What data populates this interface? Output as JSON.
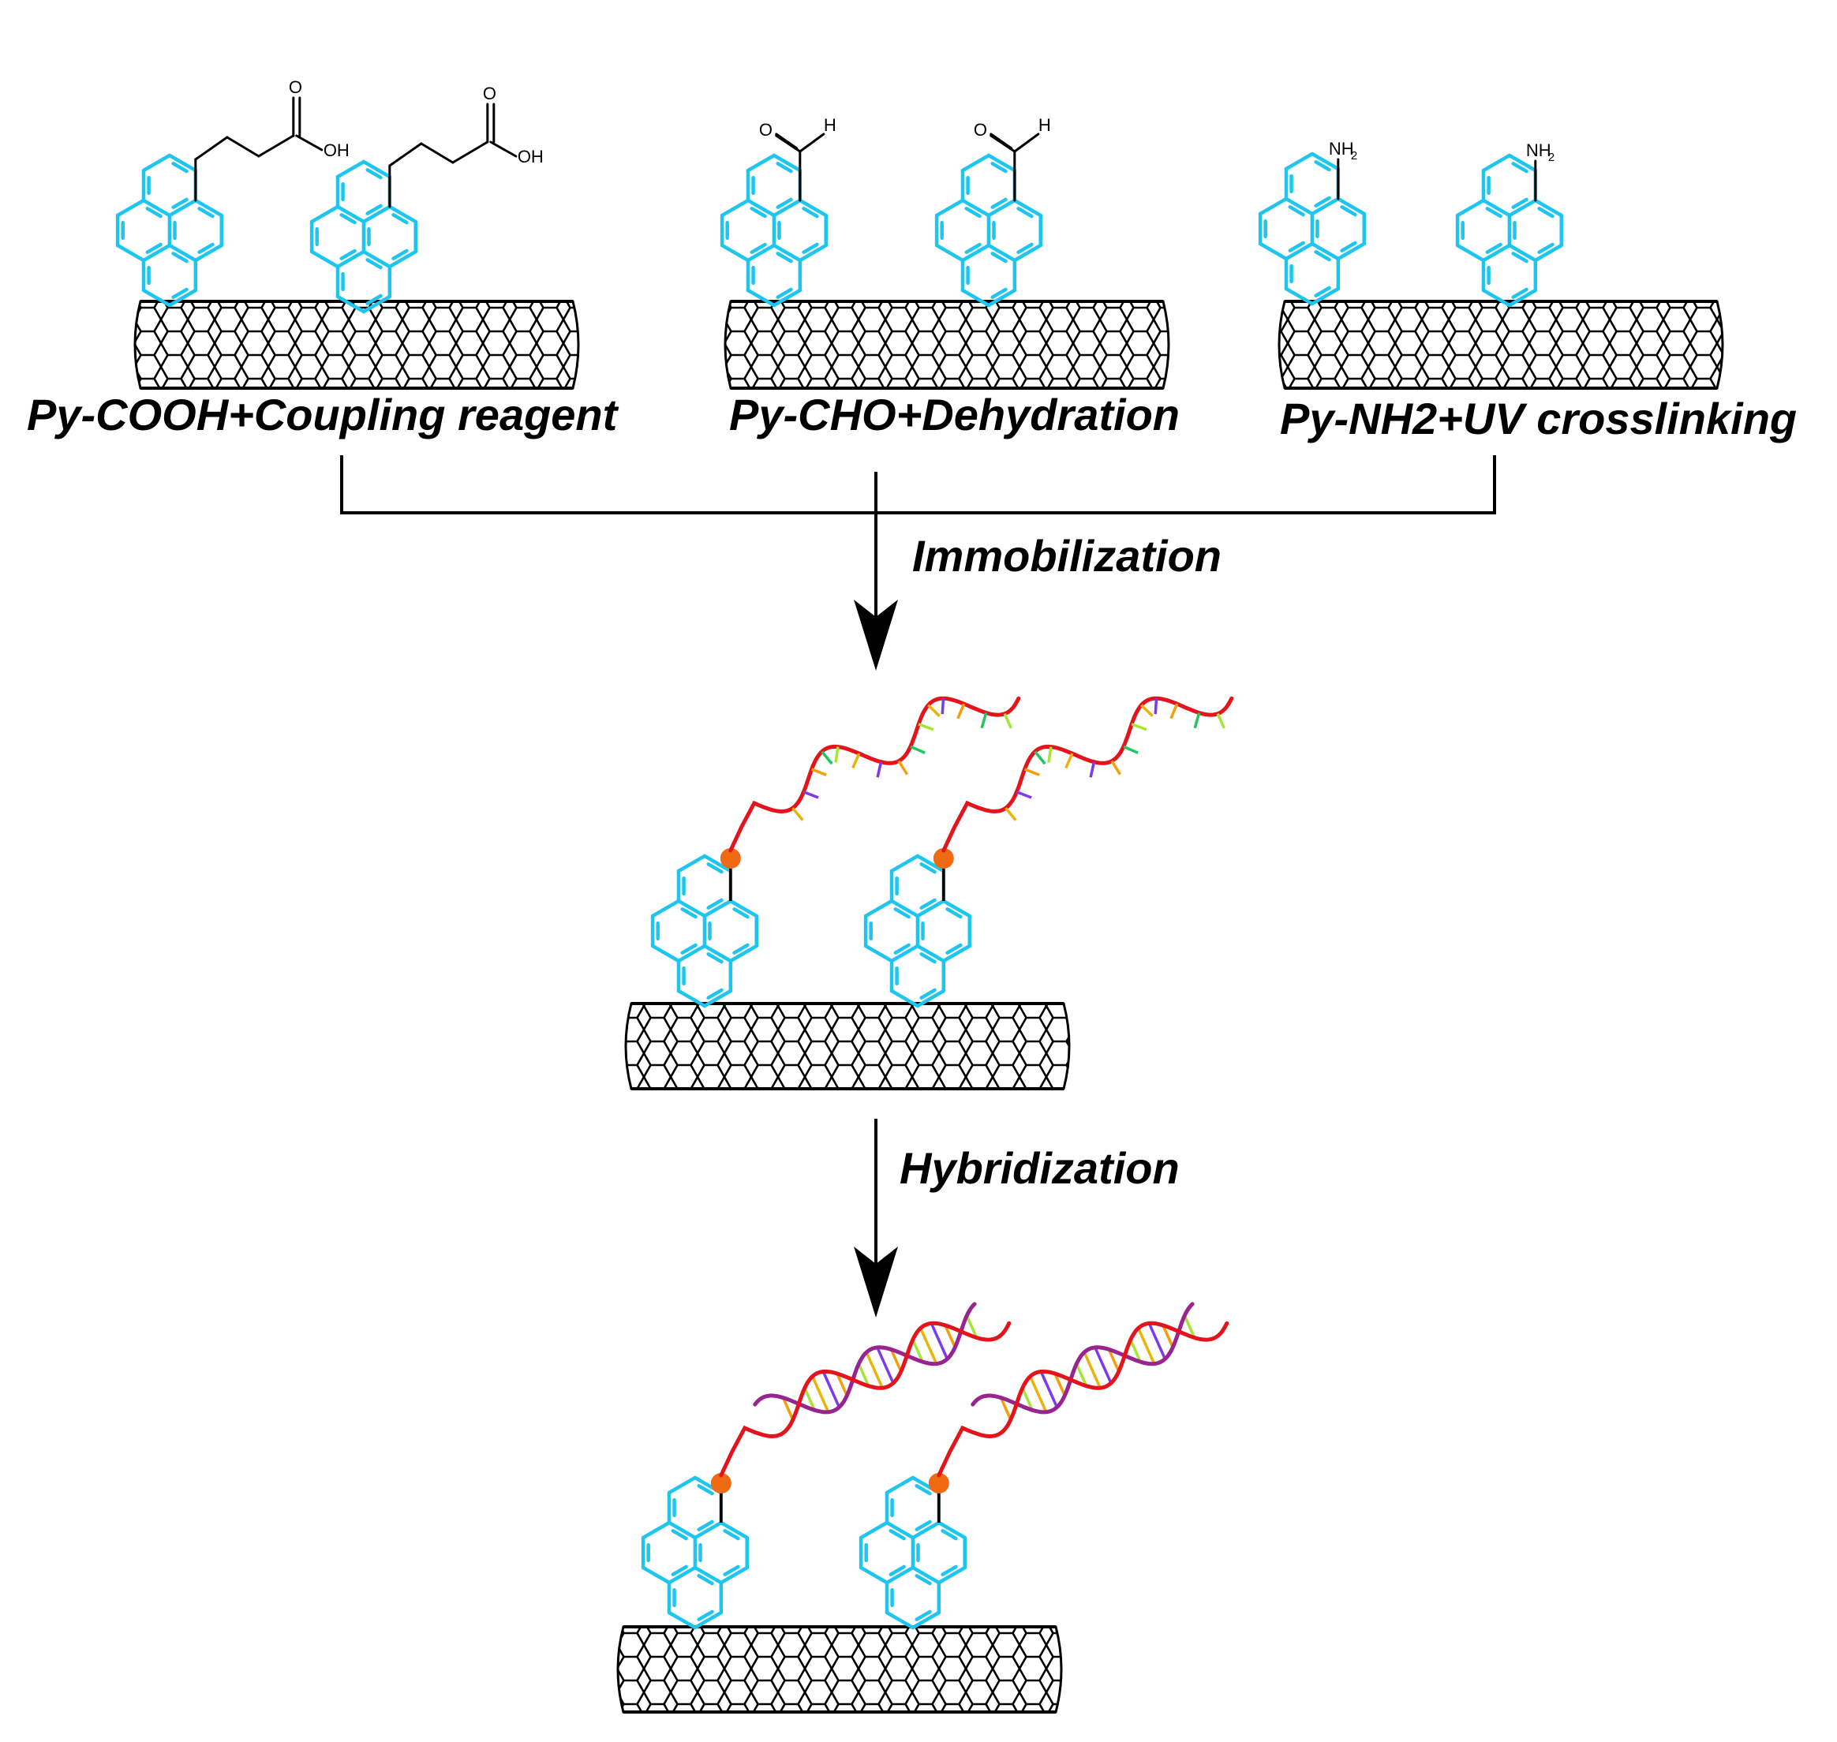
{
  "colors": {
    "pyrene": "#1ec6ef",
    "nanotube": "#000000",
    "probe_strand": "#e3141b",
    "target_strand": "#99238f",
    "linker_dot": "#ef6a12",
    "bases": [
      "#22c55e",
      "#a3e635",
      "#eab308",
      "#7c3aed",
      "#f59e0b"
    ]
  },
  "top_panels": [
    {
      "label": "Py-COOH+Coupling reagent",
      "group": "COOH",
      "group_parts": [
        "O",
        "OH"
      ]
    },
    {
      "label": "Py-CHO+Dehydration",
      "group": "CHO",
      "group_parts": [
        "O",
        "H"
      ]
    },
    {
      "label": "Py-NH2+UV crosslinking",
      "group": "NH2",
      "group_parts": [
        "NH",
        "2"
      ]
    }
  ],
  "steps": {
    "immobilization": "Immobilization",
    "hybridization": "Hybridization"
  },
  "icons": {
    "arrow": "arrow-down-icon",
    "nanotube": "carbon-nanotube-icon",
    "pyrene": "pyrene-molecule-icon",
    "dna": "dna-strand-icon"
  }
}
